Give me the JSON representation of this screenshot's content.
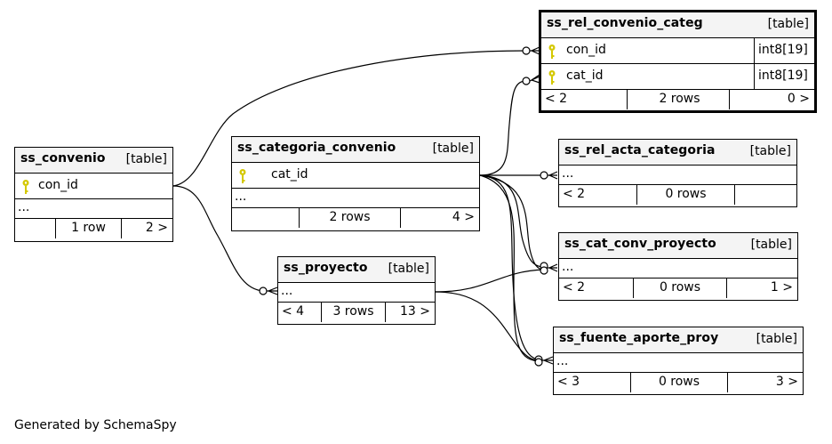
{
  "diagram": {
    "credit": "Generated by SchemaSpy",
    "tables": {
      "ss_rel_convenio_categ": {
        "name": "ss_rel_convenio_categ",
        "type": "[table]",
        "columns": [
          {
            "name": "con_id",
            "type": "int8[19]",
            "key": true
          },
          {
            "name": "cat_id",
            "type": "int8[19]",
            "key": true
          }
        ],
        "footer": {
          "parents": "< 2",
          "rows": "2 rows",
          "children": "0 >"
        }
      },
      "ss_convenio": {
        "name": "ss_convenio",
        "type": "[table]",
        "columns": [
          {
            "name": "con_id",
            "key": true
          }
        ],
        "ellipsis": "...",
        "footer": {
          "parents": "",
          "rows": "1 row",
          "children": "2 >"
        }
      },
      "ss_categoria_convenio": {
        "name": "ss_categoria_convenio",
        "type": "[table]",
        "columns": [
          {
            "name": "cat_id",
            "key": true
          }
        ],
        "ellipsis": "...",
        "footer": {
          "parents": "",
          "rows": "2 rows",
          "children": "4 >"
        }
      },
      "ss_rel_acta_categoria": {
        "name": "ss_rel_acta_categoria",
        "type": "[table]",
        "ellipsis": "...",
        "footer": {
          "parents": "< 2",
          "rows": "0 rows",
          "children": ""
        }
      },
      "ss_cat_conv_proyecto": {
        "name": "ss_cat_conv_proyecto",
        "type": "[table]",
        "ellipsis": "...",
        "footer": {
          "parents": "< 2",
          "rows": "0 rows",
          "children": "1 >"
        }
      },
      "ss_proyecto": {
        "name": "ss_proyecto",
        "type": "[table]",
        "ellipsis": "...",
        "footer": {
          "parents": "< 4",
          "rows": "3 rows",
          "children": "13 >"
        }
      },
      "ss_fuente_aporte_proy": {
        "name": "ss_fuente_aporte_proy",
        "type": "[table]",
        "ellipsis": "...",
        "footer": {
          "parents": "< 3",
          "rows": "0 rows",
          "children": "3 >"
        }
      }
    },
    "relationships": [
      {
        "from": "ss_convenio",
        "to": "ss_rel_convenio_categ"
      },
      {
        "from": "ss_convenio",
        "to": "ss_proyecto"
      },
      {
        "from": "ss_categoria_convenio",
        "to": "ss_rel_convenio_categ"
      },
      {
        "from": "ss_categoria_convenio",
        "to": "ss_rel_acta_categoria"
      },
      {
        "from": "ss_categoria_convenio",
        "to": "ss_cat_conv_proyecto"
      },
      {
        "from": "ss_categoria_convenio",
        "to": "ss_fuente_aporte_proy"
      },
      {
        "from": "ss_proyecto",
        "to": "ss_cat_conv_proyecto"
      },
      {
        "from": "ss_proyecto",
        "to": "ss_fuente_aporte_proy"
      }
    ],
    "colors": {
      "header_bg": "#f4f4f4",
      "key_icon": "#d4c800",
      "line": "#000000"
    }
  }
}
